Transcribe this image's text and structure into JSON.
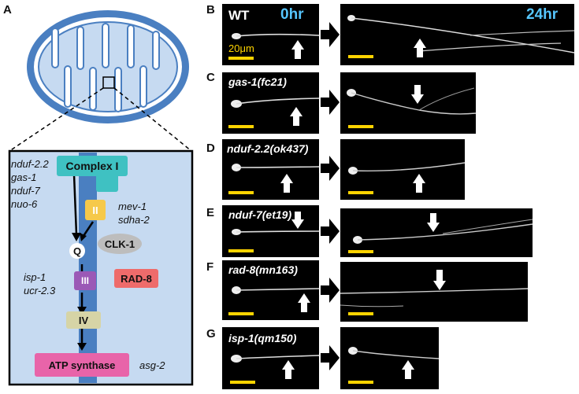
{
  "panel_labels": {
    "a": "A",
    "b": "B",
    "c": "C",
    "d": "D",
    "e": "E",
    "f": "F",
    "g": "G"
  },
  "timepoints": {
    "t0": "0hr",
    "t24": "24hr"
  },
  "scalebar": "20μm",
  "panels": {
    "b": {
      "label": "WT"
    },
    "c": {
      "label": "gas-1(fc21)"
    },
    "d": {
      "label": "nduf-2.2(ok437)"
    },
    "e": {
      "label": "nduf-7(et19)"
    },
    "f": {
      "label": "rad-8(mn163)"
    },
    "g": {
      "label": "isp-1(qm150)"
    }
  },
  "etc": {
    "complex1_genes": [
      "nduf-2.2",
      "gas-1",
      "nduf-7",
      "nuo-6"
    ],
    "complex1": "Complex I",
    "complex2": "II",
    "complex2_genes": [
      "mev-1",
      "sdha-2"
    ],
    "q": "Q",
    "clk1": "CLK-1",
    "complex3": "III",
    "complex3_genes": [
      "isp-1",
      "ucr-2.3"
    ],
    "rad8": "RAD-8",
    "complex4": "IV",
    "atp": "ATP synthase",
    "atp_gene": "asg-2"
  },
  "colors": {
    "complex1": "#3fc1c2",
    "complex2": "#f6c94a",
    "complex3": "#9b59b6",
    "complex4": "#d6d4a6",
    "atp": "#e864a9",
    "rad8": "#ee6b6b",
    "clk1": "#bdbdbd",
    "membrane": "#4a7fc1",
    "matrix": "#c6daf1"
  }
}
